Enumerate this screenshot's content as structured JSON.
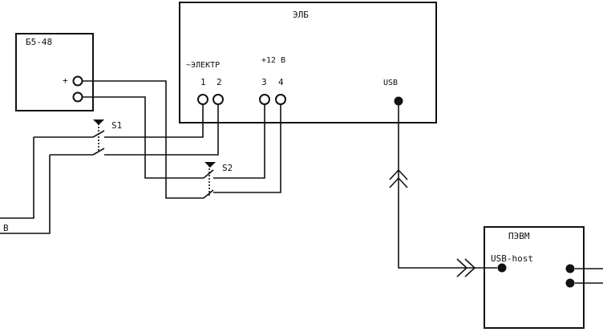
{
  "blocks": {
    "power_supply": {
      "label": "Б5-48",
      "plus": "+"
    },
    "main_unit": {
      "label": "ЭЛБ",
      "group_left": "~ЭЛЕКТР",
      "group_right": "+12 В",
      "pin1": "1",
      "pin2": "2",
      "pin3": "3",
      "pin4": "4",
      "usb_label": "USB"
    },
    "pc": {
      "label": "ПЭВМ",
      "usb_label": "USB-host"
    }
  },
  "switches": {
    "s1": "S1",
    "s2": "S2"
  },
  "input_label": "В"
}
